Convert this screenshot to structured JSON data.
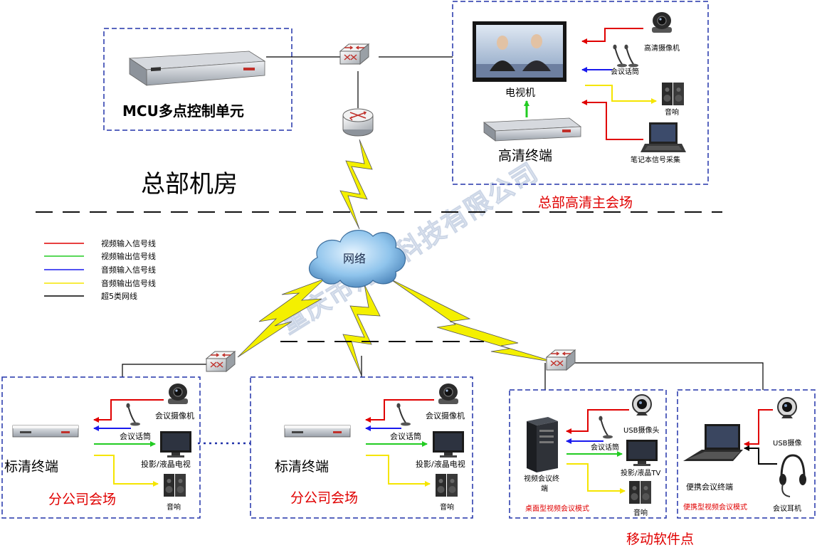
{
  "colors": {
    "frame": "#2233aa",
    "video_in": "#e00000",
    "video_out": "#22cc22",
    "audio_in": "#1a1aee",
    "audio_out": "#f5e500",
    "cat5": "#000000",
    "title_red": "#e00000",
    "bolt": "#f4f000",
    "cloud": "#8fc4ec"
  },
  "hq": {
    "mcu_label": "MCU多点控制单元",
    "room_label": "总部机房",
    "venue_title": "总部高清主会场",
    "tv_label": "电视机",
    "terminal_label": "高清终端",
    "camera_label": "高清摄像机",
    "mic_label": "会议话筒",
    "speaker_label": "音响",
    "laptop_label": "笔记本信号采集"
  },
  "network_label": "网络",
  "legend": [
    {
      "color": "#e00000",
      "label": "视频输入信号线"
    },
    {
      "color": "#22cc22",
      "label": "视频输出信号线"
    },
    {
      "color": "#1a1aee",
      "label": "音频输入信号线"
    },
    {
      "color": "#f5e500",
      "label": "音频输出信号线"
    },
    {
      "color": "#000000",
      "label": "超5类网线"
    }
  ],
  "watermark": "重庆市河汉科技有限公司",
  "branch1": {
    "terminal": "标清终端",
    "camera": "会议摄像机",
    "mic": "会议话筒",
    "display": "投影/液晶电视",
    "speaker": "音响",
    "venue": "分公司会场"
  },
  "branch2": {
    "terminal": "标清终端",
    "camera": "会议摄像机",
    "mic": "会议话筒",
    "display": "投影/液晶电视",
    "speaker": "音响",
    "venue": "分公司会场"
  },
  "desktop": {
    "terminal": "视频会议终端",
    "camera": "USB摄像头",
    "mic": "会议话筒",
    "display": "投影/液晶TV",
    "speaker": "音响",
    "mode": "桌面型视频会议模式"
  },
  "portable": {
    "terminal": "便携会议终端",
    "camera": "USB摄像",
    "headset": "会议耳机",
    "mode": "便携型视频会议模式"
  },
  "mobile_title": "移动软件点"
}
